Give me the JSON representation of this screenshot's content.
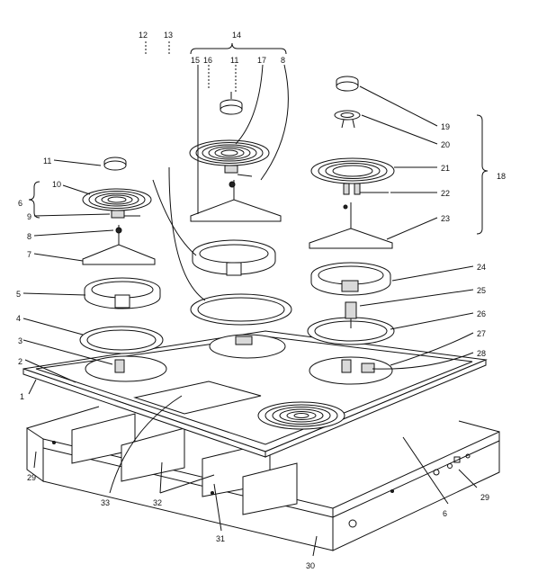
{
  "diagram": {
    "callouts": [
      "1",
      "2",
      "3",
      "4",
      "5",
      "6",
      "7",
      "8",
      "9",
      "10",
      "11",
      "12",
      "13",
      "14",
      "15",
      "16",
      "11",
      "17",
      "8",
      "18",
      "19",
      "20",
      "21",
      "22",
      "23",
      "24",
      "25",
      "26",
      "27",
      "28",
      "29",
      "29",
      "30",
      "31",
      "32",
      "33",
      "6"
    ]
  }
}
